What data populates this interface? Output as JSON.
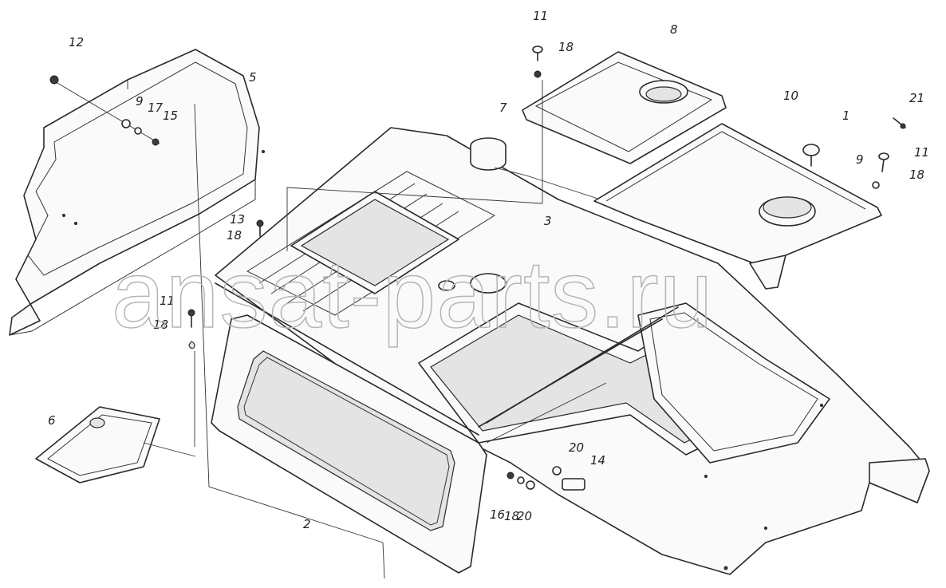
{
  "watermark": "ansat-parts.ru",
  "callouts": {
    "c1": "1",
    "c2": "2",
    "c3": "3",
    "c5": "5",
    "c6": "6",
    "c7": "7",
    "c8": "8",
    "c9a": "9",
    "c9b": "9",
    "c10": "10",
    "c11a": "11",
    "c11b": "11",
    "c11c": "11",
    "c12": "12",
    "c13": "13",
    "c14": "14",
    "c15": "15",
    "c16": "16",
    "c17": "17",
    "c18a": "18",
    "c18b": "18",
    "c18c": "18",
    "c18d": "18",
    "c18e": "18",
    "c20a": "20",
    "c20b": "20",
    "c21": "21"
  }
}
